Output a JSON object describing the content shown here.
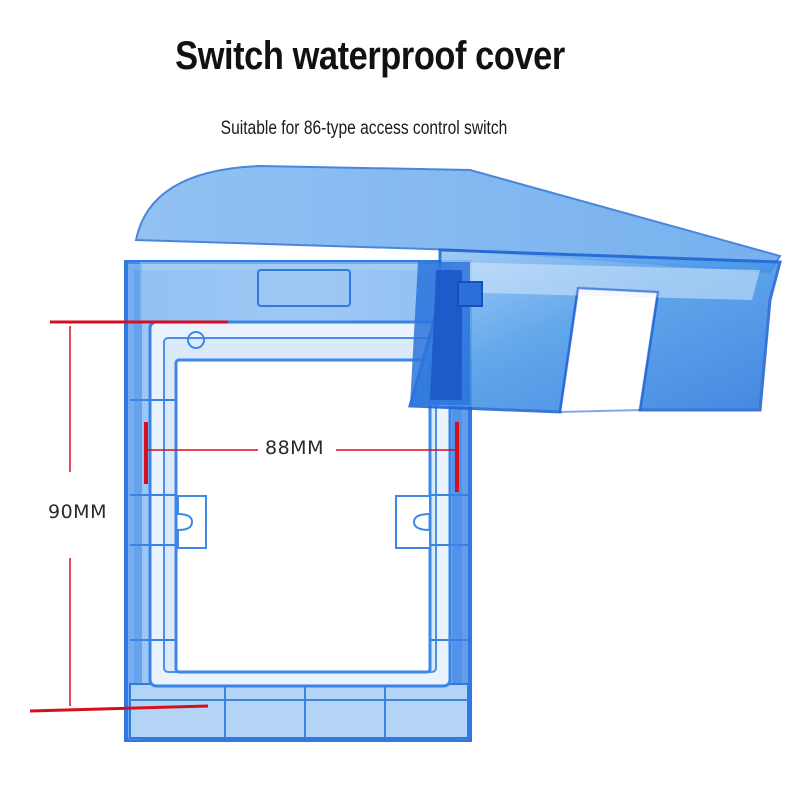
{
  "title": "Switch waterproof cover",
  "subtitle": "Suitable for 86-type access control switch",
  "dimensions": {
    "width_label": "88MM",
    "height_label": "90MM"
  },
  "colors": {
    "cover_blue": "#3f8fe6",
    "cover_edge": "#1f63d4",
    "cover_light": "#cfe4fb",
    "dimension_line": "#d40f1e"
  }
}
